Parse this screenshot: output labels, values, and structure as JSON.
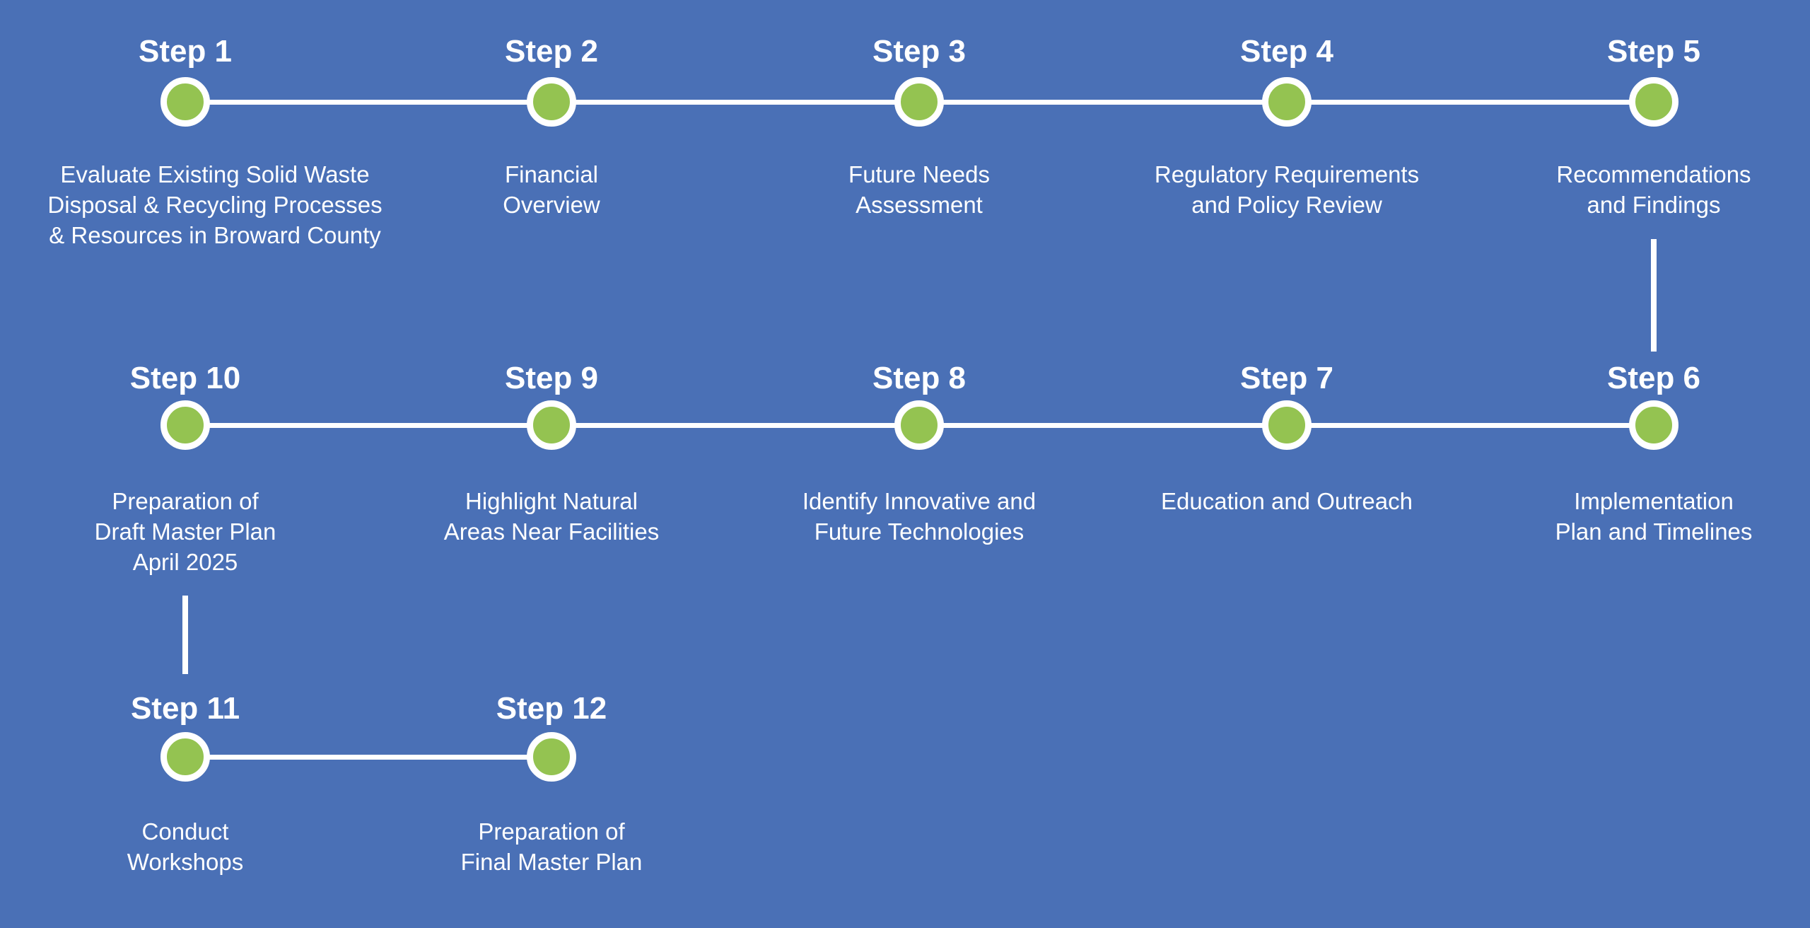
{
  "colors": {
    "background": "#4A70B6",
    "node_fill": "#94C351",
    "node_ring": "#FFFFFF",
    "connector": "#FFFFFF",
    "text": "#FFFFFF"
  },
  "rows": [
    {
      "steps": [
        {
          "label": "Step 1",
          "description": "Evaluate Existing Solid Waste\nDisposal & Recycling Processes\n& Resources in Broward County"
        },
        {
          "label": "Step 2",
          "description": "Financial\nOverview"
        },
        {
          "label": "Step 3",
          "description": "Future Needs\nAssessment"
        },
        {
          "label": "Step 4",
          "description": "Regulatory Requirements\nand Policy Review"
        },
        {
          "label": "Step 5",
          "description": "Recommendations\nand Findings"
        }
      ]
    },
    {
      "steps": [
        {
          "label": "Step 10",
          "description": "Preparation of\nDraft Master Plan\nApril 2025"
        },
        {
          "label": "Step 9",
          "description": "Highlight Natural\nAreas Near Facilities"
        },
        {
          "label": "Step 8",
          "description": "Identify Innovative and\nFuture Technologies"
        },
        {
          "label": "Step 7",
          "description": "Education and Outreach"
        },
        {
          "label": "Step 6",
          "description": "Implementation\nPlan and Timelines"
        }
      ]
    },
    {
      "steps": [
        {
          "label": "Step 11",
          "description": "Conduct\nWorkshops"
        },
        {
          "label": "Step 12",
          "description": "Preparation of\nFinal Master Plan"
        }
      ]
    }
  ]
}
